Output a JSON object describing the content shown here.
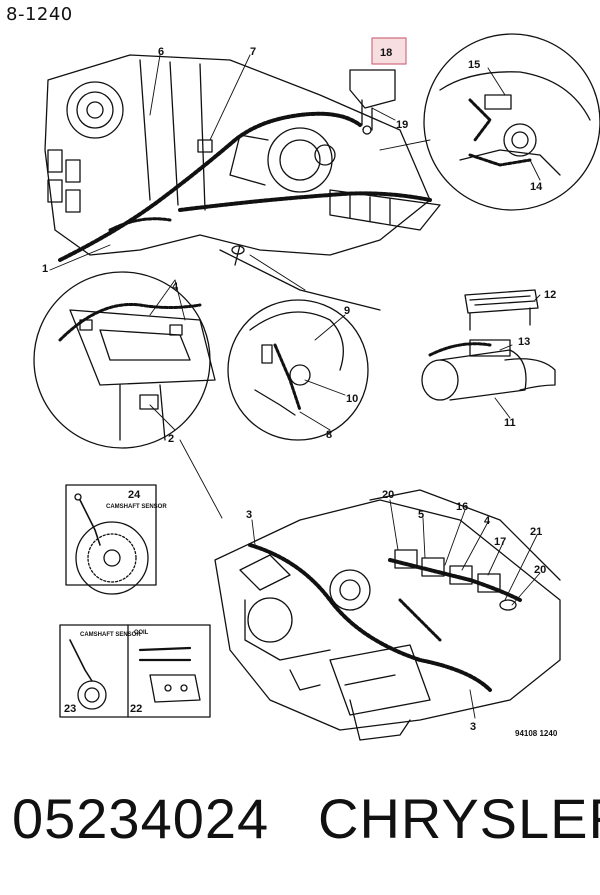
{
  "page_ref": "8-1240",
  "callouts": [
    "1",
    "2",
    "3",
    "4",
    "5",
    "6",
    "7",
    "8",
    "9",
    "10",
    "11",
    "12",
    "13",
    "14",
    "15",
    "16",
    "17",
    "18",
    "19",
    "20",
    "21",
    "22",
    "23",
    "24"
  ],
  "highlight_color": "#e8a0a8",
  "insets": {
    "camshaft_top": "CAMSHAFT SENSOR",
    "camshaft_bottom": "CAMSHAFT SENSOR",
    "coil": "COIL"
  },
  "figure_code": "94108 1240",
  "footer": {
    "part_number": "05234024",
    "brand": "CHRYSLER"
  }
}
